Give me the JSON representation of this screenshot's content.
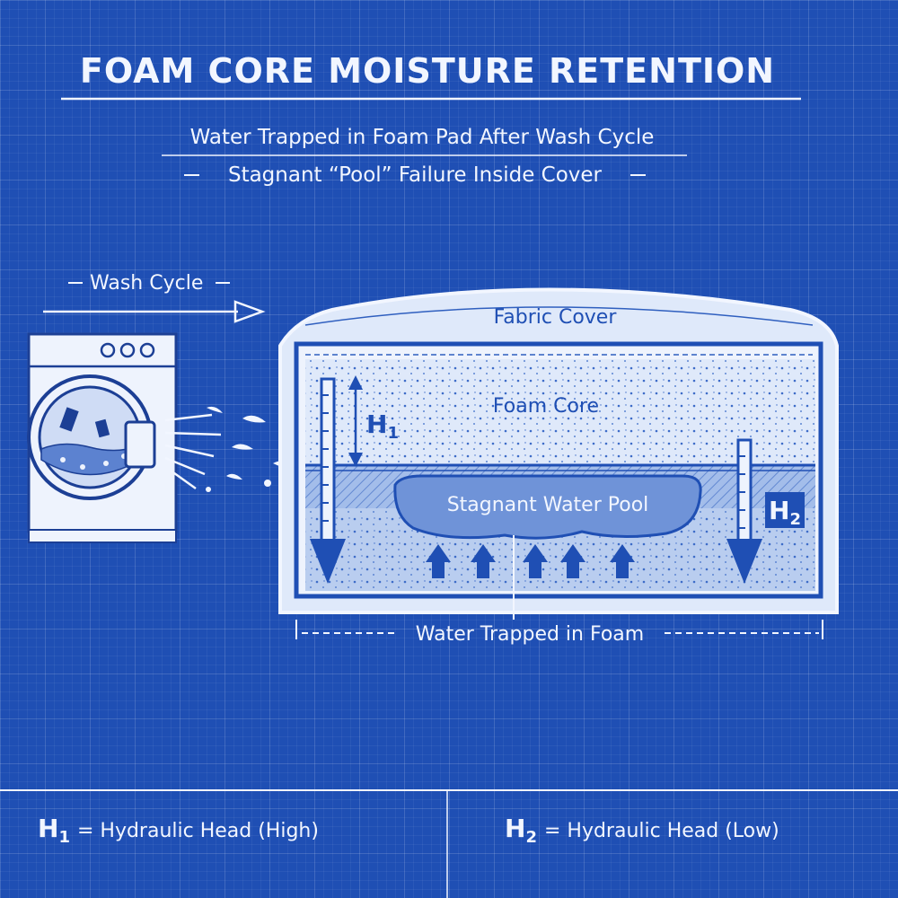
{
  "title": "FOAM CORE MOISTURE RETENTION",
  "subtitle1": "Water Trapped in Foam Pad After Wash Cycle",
  "subtitle2": "Stagnant “Pool” Failure Inside Cover",
  "wash_label": "Wash Cycle",
  "labels": {
    "fabric_cover": "Fabric Cover",
    "foam_core": "Foam Core",
    "h1": "H",
    "h1_sub": "1",
    "h2": "H",
    "h2_sub": "2",
    "pool": "Stagnant Water Pool",
    "trapped": "Water Trapped in Foam"
  },
  "legend": {
    "h1_symbol": "H",
    "h1_sub": "1",
    "h1_text": "= Hydraulic Head (High)",
    "h2_symbol": "H",
    "h2_sub": "2",
    "h2_text": "= Hydraulic Head (Low)"
  },
  "icons": [
    "washing-machine-icon",
    "water-droplet-icon",
    "arrow-up-icon",
    "arrow-down-icon"
  ],
  "colors": {
    "background": "#1f4fb4",
    "ink": "#f2f6ff",
    "foam": "#dfe9fa",
    "water": "#6f93d8"
  }
}
